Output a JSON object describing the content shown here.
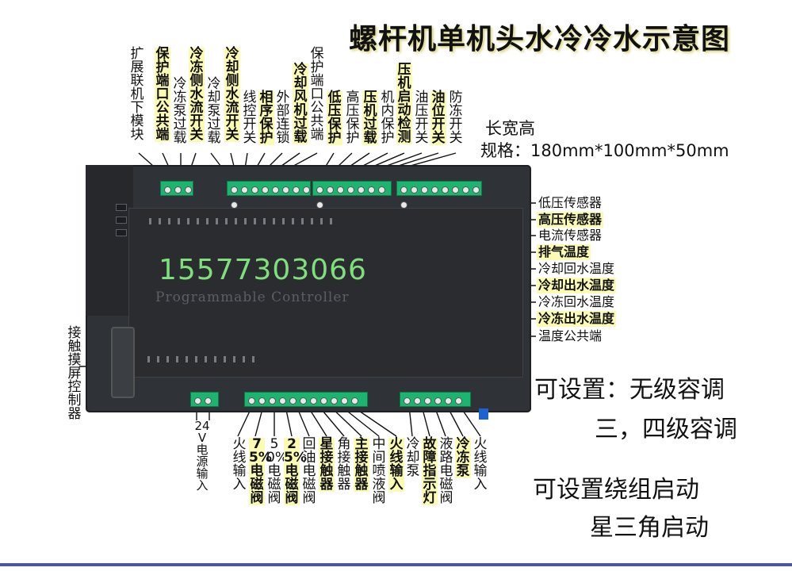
{
  "title": "螺杆机单机头水冷冷水示意图",
  "specs": {
    "line1": "长宽高",
    "line2": "规格：180mm*100mm*50mm"
  },
  "device": {
    "phone": "15577303066",
    "subtitle": "Programmable Controller"
  },
  "top_labels": [
    {
      "text": "扩展联机下模块",
      "highlight": false
    },
    {
      "text": "保护端口公共端",
      "highlight": true
    },
    {
      "text": "冷冻泵过载",
      "highlight": false
    },
    {
      "text": "冷冻侧水流开关",
      "highlight": true
    },
    {
      "text": "冷却泵过载",
      "highlight": false
    },
    {
      "text": "冷却侧水流开关",
      "highlight": true
    },
    {
      "text": "线控开关",
      "highlight": false
    },
    {
      "text": "相序保护",
      "highlight": true
    },
    {
      "text": "外部连锁",
      "highlight": false
    },
    {
      "text": "冷却风机过载",
      "highlight": true
    },
    {
      "text": "保护端口公共端",
      "highlight": false
    },
    {
      "text": "低压保护",
      "highlight": true
    },
    {
      "text": "高压保护",
      "highlight": false
    },
    {
      "text": "压机过载",
      "highlight": true
    },
    {
      "text": "机内保护",
      "highlight": false
    },
    {
      "text": "压机启动检测",
      "highlight": true
    },
    {
      "text": "油压开关",
      "highlight": false
    },
    {
      "text": "油位开关",
      "highlight": true
    },
    {
      "text": "防冻开关",
      "highlight": false
    }
  ],
  "left_label": "接触摸屏控制器",
  "power_label": "24V电源输入",
  "right_labels": [
    {
      "text": "低压传感器",
      "highlight": false
    },
    {
      "text": "高压传感器",
      "highlight": true
    },
    {
      "text": "电流传感器",
      "highlight": false
    },
    {
      "text": "排气温度",
      "highlight": true
    },
    {
      "text": "冷却回水温度",
      "highlight": false
    },
    {
      "text": "冷却出水温度",
      "highlight": true
    },
    {
      "text": "冷冻回水温度",
      "highlight": false
    },
    {
      "text": "冷冻出水温度",
      "highlight": true
    },
    {
      "text": "温度公共端",
      "highlight": false
    }
  ],
  "bottom_labels": [
    {
      "text": "火线输入",
      "highlight": false
    },
    {
      "text": "75%电磁阀",
      "highlight": true
    },
    {
      "text": "50%电磁阀",
      "highlight": false
    },
    {
      "text": "25%电磁阀",
      "highlight": true
    },
    {
      "text": "回油电磁阀",
      "highlight": false
    },
    {
      "text": "星接触器",
      "highlight": true
    },
    {
      "text": "角接触器",
      "highlight": false
    },
    {
      "text": "主接触器",
      "highlight": true
    },
    {
      "text": "中间喷液阀",
      "highlight": false
    },
    {
      "text": "火线输入",
      "highlight": true
    },
    {
      "text": "冷却泵",
      "highlight": false
    },
    {
      "text": "故障指示灯",
      "highlight": true
    },
    {
      "text": "液路电磁阀",
      "highlight": false
    },
    {
      "text": "冷冻泵",
      "highlight": true
    },
    {
      "text": "火线输入",
      "highlight": false
    }
  ],
  "settings": {
    "line1": "可设置：无级容调",
    "line2": "三，四级容调",
    "line3": "可设置绕组启动",
    "line4": "星三角启动"
  }
}
